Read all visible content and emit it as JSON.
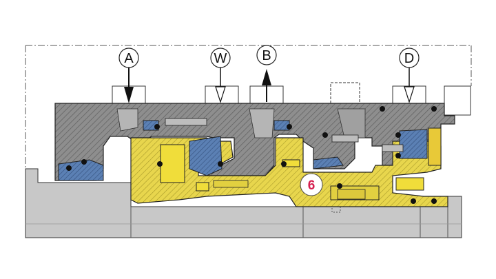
{
  "ports": [
    {
      "id": "A",
      "label": "A",
      "arrow": "filled"
    },
    {
      "id": "W",
      "label": "W",
      "arrow": "hollow"
    },
    {
      "id": "B",
      "label": "B",
      "arrow": "filled-up"
    },
    {
      "id": "D",
      "label": "D",
      "arrow": "hollow"
    }
  ],
  "badge": {
    "label": "6",
    "color": "#d6204f"
  },
  "colors": {
    "housing": "#8f8f8f",
    "shaft": "#c4c4c4",
    "rotor": "#e6d44a",
    "seal_part": "#5a7fb3",
    "o_ring": "#111111",
    "background": "#ffffff"
  },
  "icons": [
    "circle-a-label",
    "circle-w-label",
    "circle-b-label",
    "circle-d-label",
    "arrow-down-icon",
    "arrow-up-icon"
  ]
}
